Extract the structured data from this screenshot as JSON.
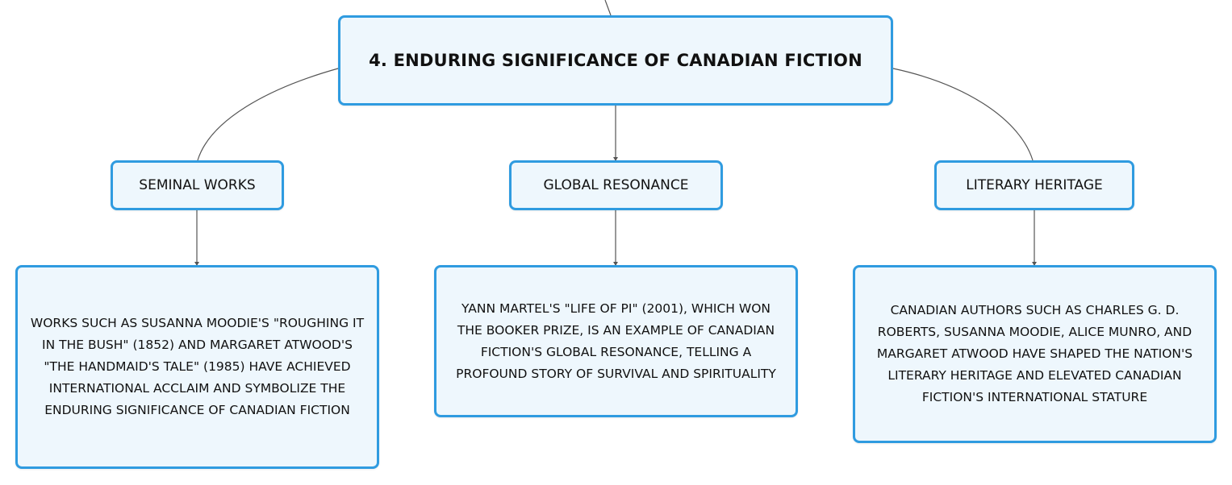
{
  "root": {
    "title": "4. ENDURING SIGNIFICANCE OF CANADIAN FICTION"
  },
  "branches": [
    {
      "label": "SEMINAL WORKS",
      "detail": "WORKS SUCH AS SUSANNA MOODIE'S \"ROUGHING IT IN THE BUSH\" (1852) AND MARGARET ATWOOD'S \"THE HANDMAID'S TALE\" (1985) HAVE ACHIEVED INTERNATIONAL ACCLAIM AND SYMBOLIZE THE ENDURING SIGNIFICANCE OF CANADIAN FICTION"
    },
    {
      "label": "GLOBAL RESONANCE",
      "detail": "YANN MARTEL'S \"LIFE OF PI\" (2001), WHICH WON THE BOOKER PRIZE, IS AN EXAMPLE OF CANADIAN FICTION'S GLOBAL RESONANCE, TELLING A PROFOUND STORY OF SURVIVAL AND SPIRITUALITY"
    },
    {
      "label": "LITERARY HERITAGE",
      "detail": "CANADIAN AUTHORS SUCH AS CHARLES G. D. ROBERTS, SUSANNA MOODIE, ALICE MUNRO, AND MARGARET ATWOOD HAVE SHAPED THE NATION'S LITERARY HERITAGE AND ELEVATED CANADIAN FICTION'S INTERNATIONAL STATURE"
    }
  ],
  "colors": {
    "node_border": "#2f9be0",
    "node_fill": "#eef7fd",
    "connector": "#555555"
  }
}
